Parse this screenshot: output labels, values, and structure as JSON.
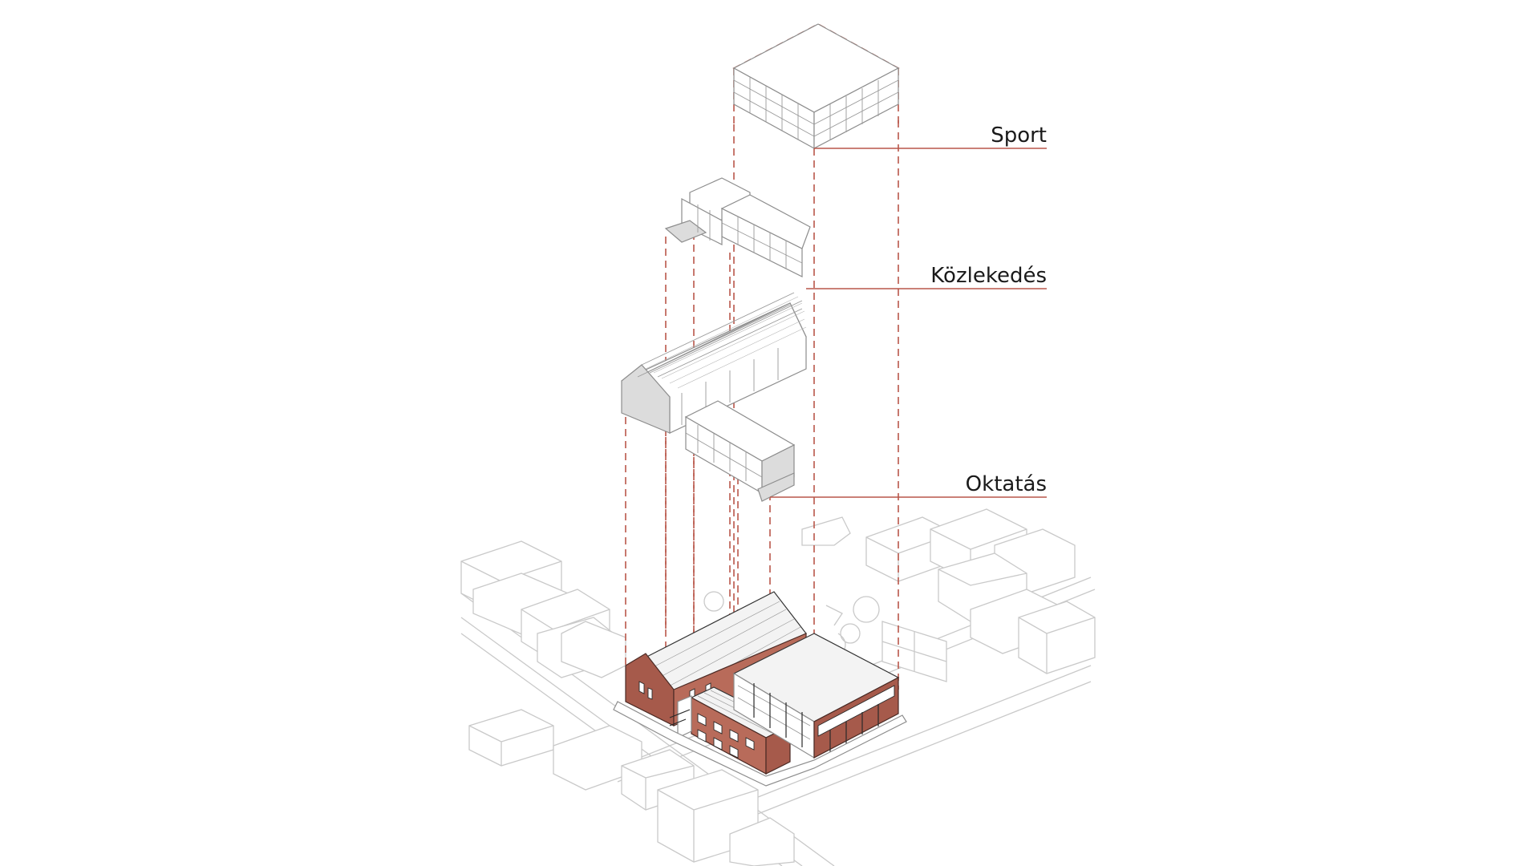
{
  "diagram": {
    "labels": [
      {
        "id": "sport",
        "text": "Sport"
      },
      {
        "id": "kozlekedes",
        "text": "Közlekedés"
      },
      {
        "id": "oktatas",
        "text": "Oktatás"
      }
    ]
  },
  "colors": {
    "accent": "#b9574a",
    "brick": "#a65a4b",
    "context_lines": "#c9c9c9",
    "label_text": "#1a1a1a"
  }
}
